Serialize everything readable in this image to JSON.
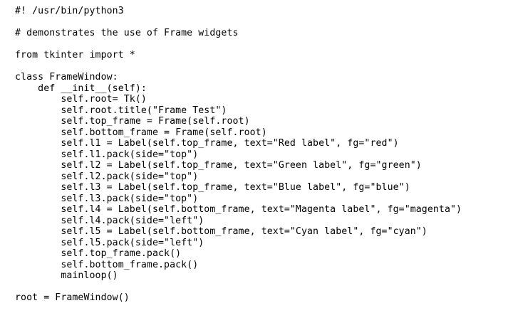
{
  "document": {
    "kind": "python-source-listing",
    "language": "Python 3",
    "background_color": "#ffffff",
    "text_color": "#000000",
    "lines": [
      "#! /usr/bin/python3",
      "",
      "# demonstrates the use of Frame widgets",
      "",
      "from tkinter import *",
      "",
      "class FrameWindow:",
      "    def __init__(self):",
      "        self.root= Tk()",
      "        self.root.title(\"Frame Test\")",
      "        self.top_frame = Frame(self.root)",
      "        self.bottom_frame = Frame(self.root)",
      "        self.l1 = Label(self.top_frame, text=\"Red label\", fg=\"red\")",
      "        self.l1.pack(side=\"top\")",
      "        self.l2 = Label(self.top_frame, text=\"Green label\", fg=\"green\")",
      "        self.l2.pack(side=\"top\")",
      "        self.l3 = Label(self.top_frame, text=\"Blue label\", fg=\"blue\")",
      "        self.l3.pack(side=\"top\")",
      "        self.l4 = Label(self.bottom_frame, text=\"Magenta label\", fg=\"magenta\")",
      "        self.l4.pack(side=\"left\")",
      "        self.l5 = Label(self.bottom_frame, text=\"Cyan label\", fg=\"cyan\")",
      "        self.l5.pack(side=\"left\")",
      "        self.top_frame.pack()",
      "        self.bottom_frame.pack()",
      "        mainloop()",
      "",
      "root = FrameWindow()"
    ]
  }
}
